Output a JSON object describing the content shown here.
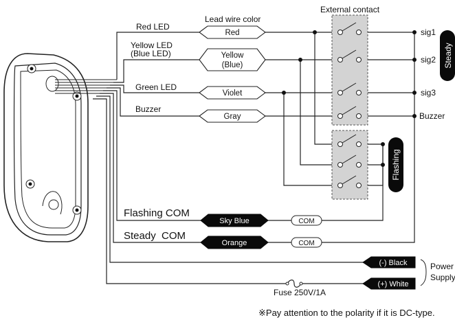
{
  "labels": {
    "lead_wire_color": "Lead wire color",
    "external_contact": "External contact",
    "red_led": "Red LED",
    "yellow_led_1": "Yellow LED",
    "yellow_led_2": "(Blue LED)",
    "green_led": "Green LED",
    "buzzer": "Buzzer",
    "flashing_com": "Flashing COM",
    "steady_com": "Steady  COM"
  },
  "wire_colors": {
    "red": "Red",
    "yellow_1": "Yellow",
    "yellow_2": "(Blue)",
    "violet": "Violet",
    "gray": "Gray",
    "sky_blue": "Sky Blue",
    "orange": "Orange"
  },
  "com_label": "COM",
  "signals": {
    "sig1": "sig1",
    "sig2": "sig2",
    "sig3": "sig3",
    "buzzer": "Buzzer"
  },
  "modes": {
    "steady": "Steady",
    "flashing": "Flashing"
  },
  "power": {
    "black": "(-) Black",
    "white": "(+) White",
    "label_1": "Power",
    "label_2": "Supply"
  },
  "fuse": "Fuse 250V/1A",
  "note": "※Pay attention to the polarity if it is DC-type."
}
